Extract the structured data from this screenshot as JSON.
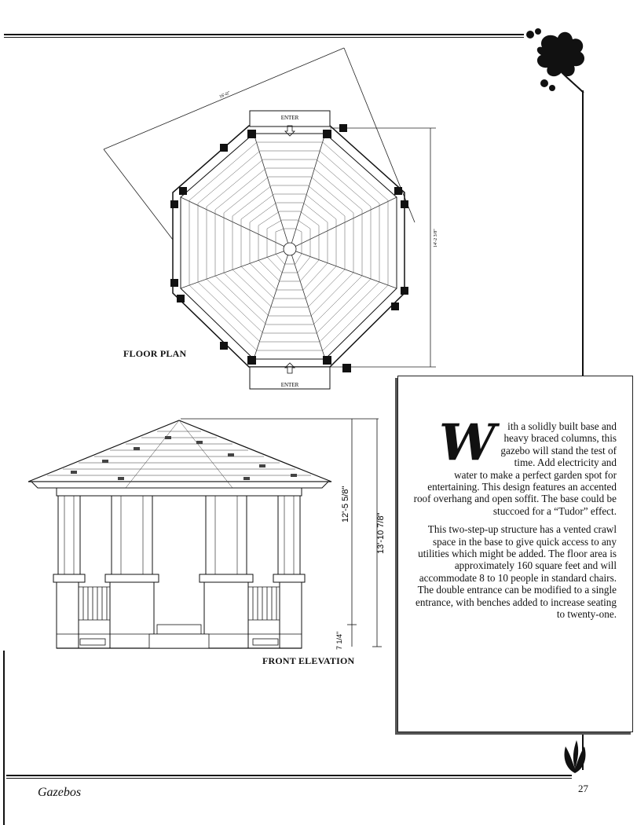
{
  "labels": {
    "floor_plan": "FLOOR PLAN",
    "front_elevation": "FRONT ELEVATION",
    "enter_top": "ENTER",
    "enter_bottom": "ENTER"
  },
  "dimensions": {
    "plan_width": "16'-0\"",
    "plan_depth": "14'-2 3/8\"",
    "eave_height": "12'-5 5/8\"",
    "total_height": "13'-10 7/8\"",
    "step_height": "7 1/4\""
  },
  "description": {
    "drop_cap": "W",
    "paragraph1_rest": "ith a solidly built base and heavy braced columns, this gazebo will stand the test of time. Add electricity and water to make a perfect garden spot for entertaining. This design features an accented roof overhang and open soffit. The base could be stuccoed for a “Tudor” effect.",
    "paragraph2": "This two-step-up structure has a vented crawl space in the base to give quick access to any utilities which might be added. The floor area is approximately 160 square feet and will accommodate 8 to 10 people in standard chairs. The double entrance can be modified to a single entrance, with benches added to increase seating to twenty-one."
  },
  "footer": {
    "book_title": "Gazebos",
    "page_number": "27"
  }
}
